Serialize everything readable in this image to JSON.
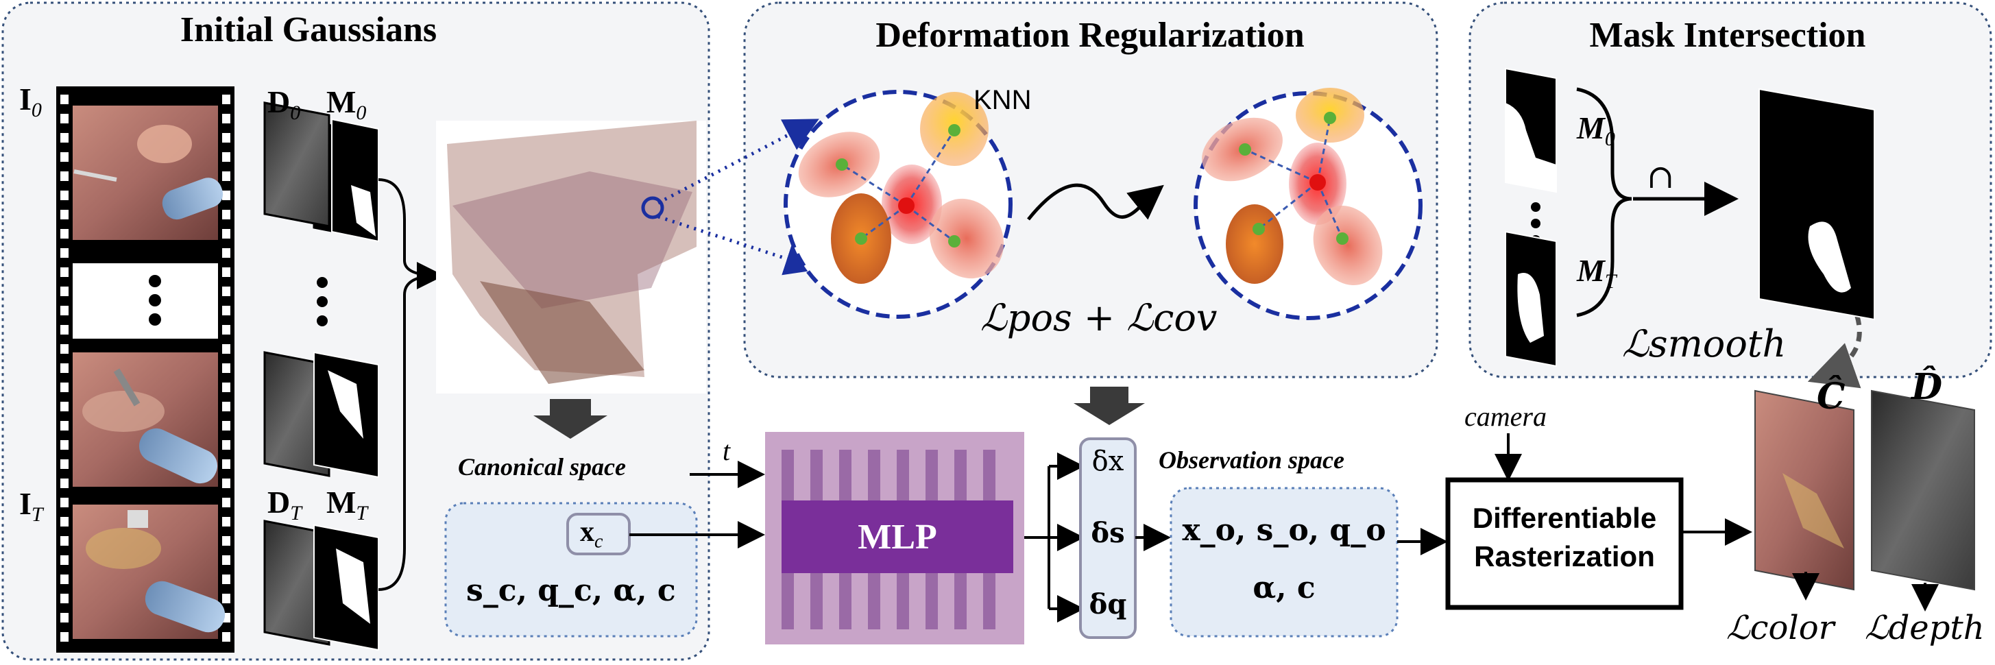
{
  "panels": {
    "initial": "Initial Gaussians",
    "deformation": "Deformation Regularization",
    "mask": "Mask Intersection"
  },
  "frames": {
    "first_image": "I",
    "first_image_sub": "0",
    "last_image": "I",
    "last_image_sub": "T",
    "first_depth": "D",
    "first_depth_sub": "0",
    "first_mask": "M",
    "first_mask_sub": "0",
    "last_depth": "D",
    "last_depth_sub": "T",
    "last_mask": "M",
    "last_mask_sub": "T"
  },
  "canonical": {
    "title": "Canonical space",
    "xc": "x",
    "xc_sub": "c",
    "attrs": "s_c, q_c, α, c"
  },
  "time_input": "t",
  "mlp_label": "MLP",
  "deltas": [
    "δx",
    "δs",
    "δq"
  ],
  "observation": {
    "title": "Observation space",
    "line1": "x_o, s_o, q_o",
    "line2": "α, c"
  },
  "deformation": {
    "knn_label": "KNN",
    "loss": "ℒpos + ℒcov"
  },
  "mask_panel": {
    "m0": "M",
    "m0_sub": "0",
    "mt": "M",
    "mt_sub": "T",
    "intersect": "∩",
    "loss": "ℒsmooth"
  },
  "camera_label": "camera",
  "rasterizer": {
    "line1": "Differentiable",
    "line2": "Rasterization"
  },
  "outputs": {
    "color_hat": "Ĉ",
    "depth_hat": "D̂",
    "color_loss": "ℒcolor",
    "depth_loss": "ℒdepth"
  },
  "colors": {
    "panel_bg": "#f4f5f7",
    "panel_border": "#35507a",
    "mlp_outer": "#c8a4c8",
    "mlp_inner": "#7a2f9a",
    "box_bg": "#e4ecf6",
    "box_border": "#5a7fb8",
    "knn_circle": "#1a2fa0"
  }
}
